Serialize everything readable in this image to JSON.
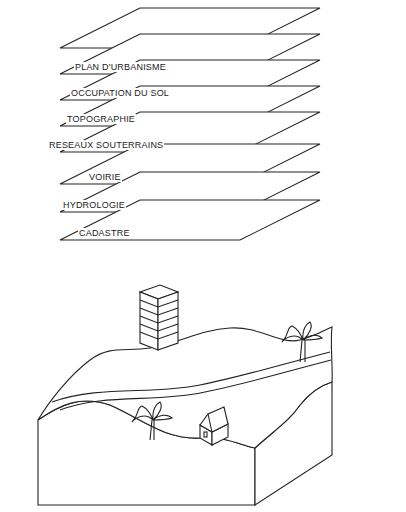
{
  "diagram": {
    "nodes": [
      {
        "text": [
          "PLAN D'URBANISME"
        ]
      },
      {
        "text": [
          "OCCUPATION DU SOL"
        ]
      },
      {
        "text": [
          "TOPOGRAPHIE"
        ]
      },
      {
        "text": [
          "RESEAUX SOUTERRAINS"
        ]
      },
      {
        "text": [
          "VOIRIE"
        ]
      },
      {
        "text": [
          "HYDROLOGIE"
        ]
      },
      {
        "text": [
          "CADASTRE"
        ]
      }
    ]
  }
}
